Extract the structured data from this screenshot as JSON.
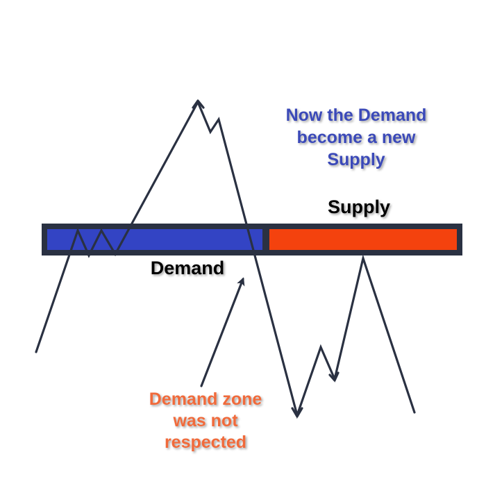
{
  "labels": {
    "note_line1": "Now the Demand",
    "note_line2": "become a new",
    "note_line3": "Supply",
    "supply": "Supply",
    "demand": "Demand",
    "warning_line1": "Demand zone",
    "warning_line2": "was not",
    "warning_line3": "respected"
  },
  "colors": {
    "demand_zone": "#3344c4",
    "supply_zone": "#f4420e",
    "zone_border": "#2a3142",
    "price_line": "#2a3142",
    "note_text": "#3a4ab8",
    "warning_text": "#f06a3a",
    "label_text": "#000000"
  }
}
